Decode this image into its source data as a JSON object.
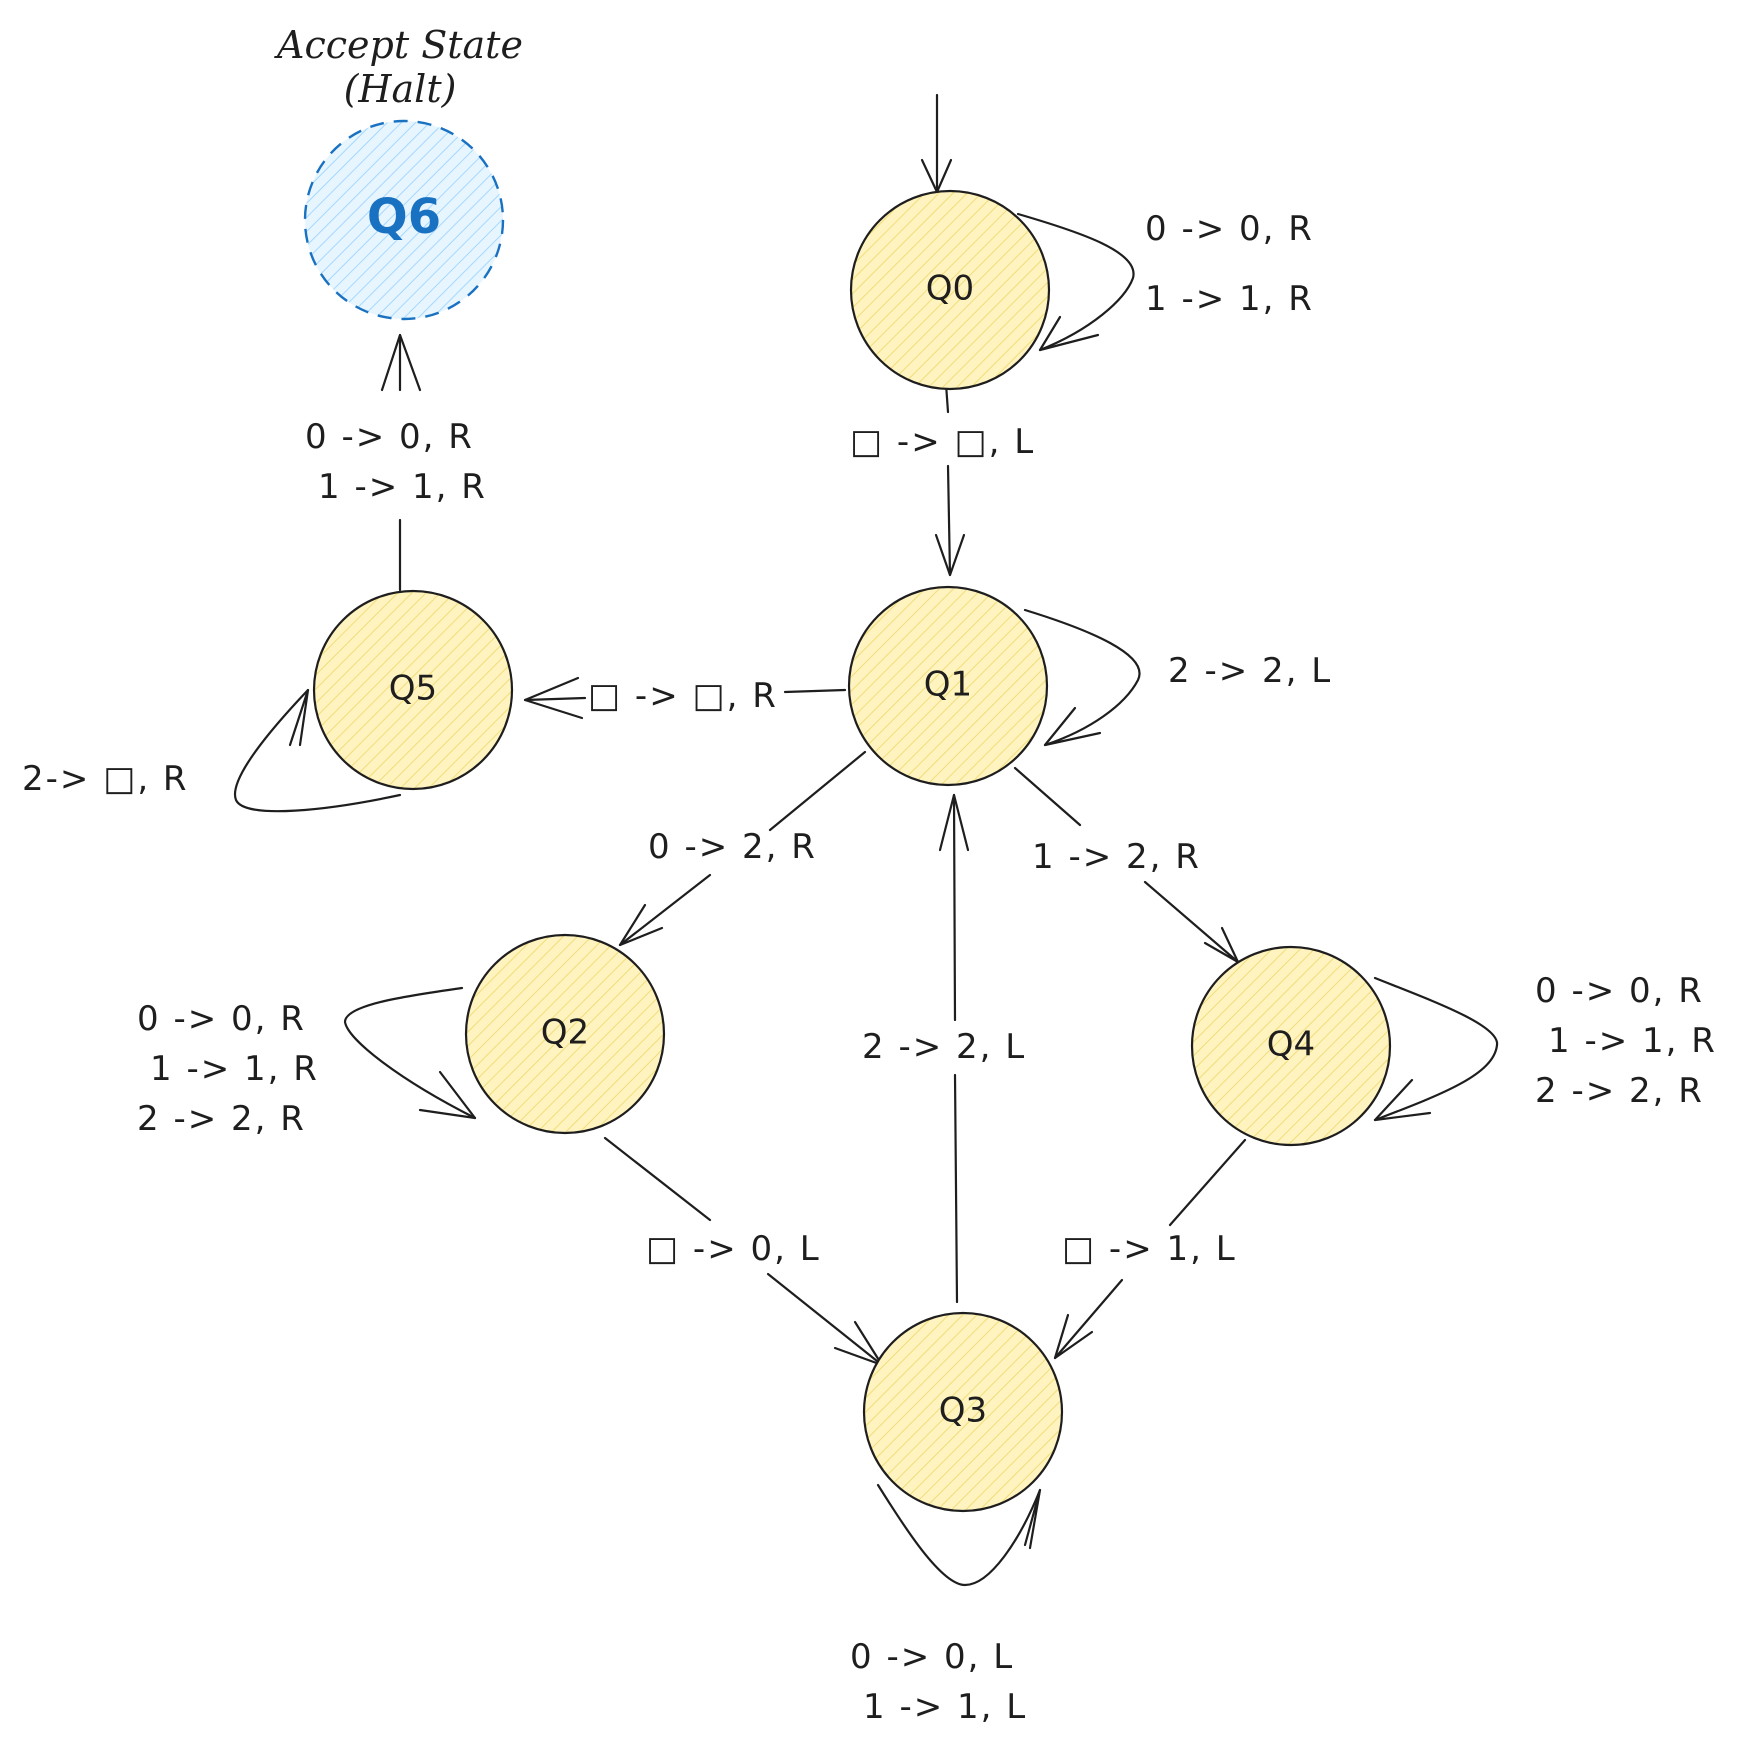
{
  "accept_caption": {
    "line1": "Accept State",
    "line2": "(Halt)"
  },
  "colors": {
    "state_fill": "#fff3bf",
    "state_hatch": "#f0dd7a",
    "accept_fill": "#e7f5ff",
    "accept_hatch": "#74c0fc",
    "accept_stroke": "#1971c2",
    "ink": "#1e1e1e"
  },
  "states": {
    "q0": "Q0",
    "q1": "Q1",
    "q2": "Q2",
    "q3": "Q3",
    "q4": "Q4",
    "q5": "Q5",
    "q6": "Q6"
  },
  "transitions": {
    "q0_loop": [
      "0 -> 0, R",
      "1 -> 1, R"
    ],
    "q0_q1": "□ -> □, L",
    "q1_loop": "2 -> 2, L",
    "q1_q5": "□ -> □, R",
    "q5_loop": "2-> □, R",
    "q5_q6": [
      "0 -> 0, R",
      "1 -> 1, R"
    ],
    "q1_q2": "0 -> 2, R",
    "q1_q4": "1 -> 2, R",
    "q2_loop": [
      "0 -> 0, R",
      "1 -> 1, R",
      "2 -> 2, R"
    ],
    "q4_loop": [
      "0 -> 0, R",
      "1 -> 1, R",
      "2 -> 2, R"
    ],
    "q3_q1": "2 -> 2, L",
    "q2_q3": "□ -> 0, L",
    "q4_q3": "□ -> 1, L",
    "q3_loop": [
      "0 -> 0, L",
      "1 -> 1, L"
    ]
  }
}
